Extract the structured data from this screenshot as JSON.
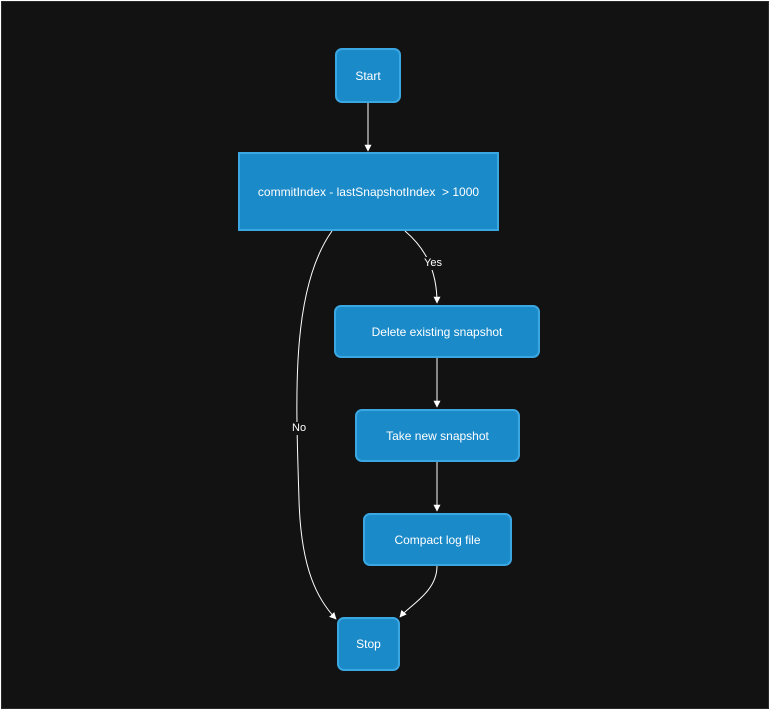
{
  "colors": {
    "canvas": "#121212",
    "node_fill": "#1b8ac9",
    "node_border": "#3aa7e3",
    "edge": "#ffffff",
    "text": "#ffffff"
  },
  "nodes": {
    "start": "Start",
    "condition": "commitIndex - lastSnapshotIndex  > 1000",
    "delete": "Delete existing snapshot",
    "take": "Take new snapshot",
    "compact": "Compact log file",
    "stop": "Stop"
  },
  "edges": {
    "yes_label": "Yes",
    "no_label": "No"
  }
}
